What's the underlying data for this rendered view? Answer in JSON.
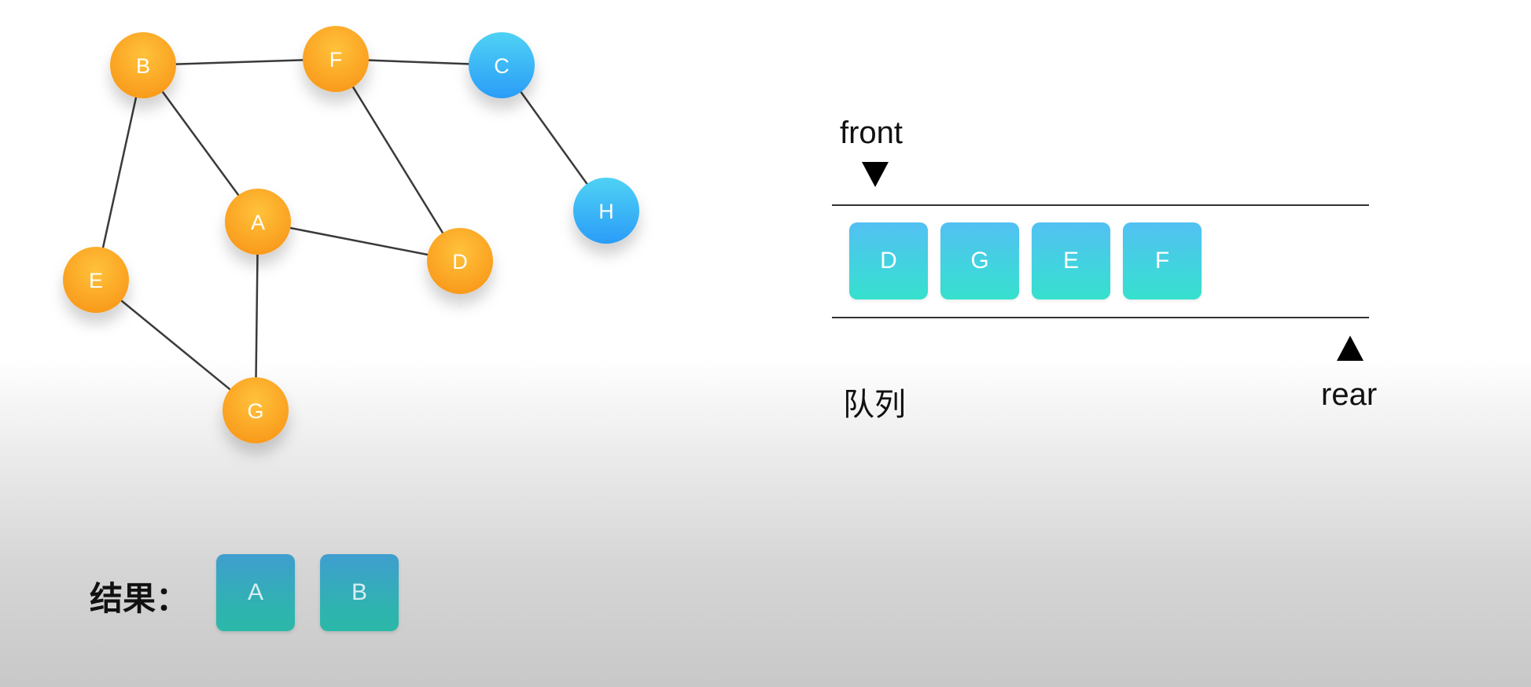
{
  "graph": {
    "nodes": [
      {
        "id": "B",
        "color": "orange"
      },
      {
        "id": "F",
        "color": "orange"
      },
      {
        "id": "C",
        "color": "blue"
      },
      {
        "id": "H",
        "color": "blue"
      },
      {
        "id": "A",
        "color": "orange"
      },
      {
        "id": "D",
        "color": "orange"
      },
      {
        "id": "E",
        "color": "orange"
      },
      {
        "id": "G",
        "color": "orange"
      }
    ],
    "edges": [
      [
        "B",
        "F"
      ],
      [
        "F",
        "C"
      ],
      [
        "C",
        "H"
      ],
      [
        "B",
        "A"
      ],
      [
        "B",
        "E"
      ],
      [
        "F",
        "D"
      ],
      [
        "A",
        "D"
      ],
      [
        "A",
        "G"
      ],
      [
        "E",
        "G"
      ]
    ]
  },
  "queue": {
    "front_label": "front",
    "rear_label": "rear",
    "caption": "队列",
    "items": [
      "D",
      "G",
      "E",
      "F"
    ]
  },
  "result": {
    "label": "结果：",
    "items": [
      "A",
      "B"
    ]
  },
  "colors": {
    "orange_node": "#fba11f",
    "blue_node": "#3aadf6",
    "queue_box": "#44d0e0",
    "result_box": "#33a8bd"
  }
}
